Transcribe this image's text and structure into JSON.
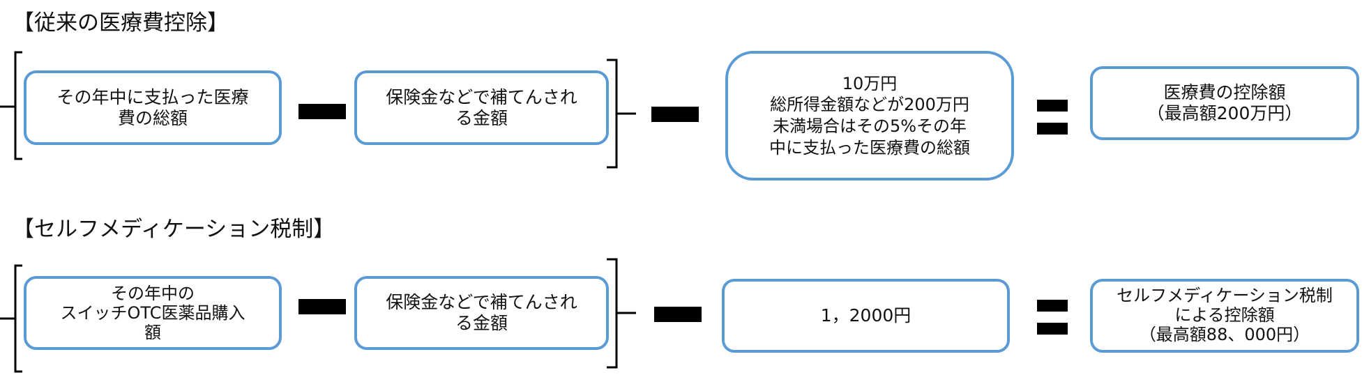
{
  "section1": {
    "title": "【従来の医療費控除】",
    "total": "その年中に支払った医療\n費の総額",
    "insurance": "保険金などで補てんされ\nる金額",
    "threshold": "10万円\n総所得金額などが200万円\n未満場合はその5%その年\n中に支払った医療費の総額",
    "result": "医療費の控除額\n（最高額200万円）"
  },
  "section2": {
    "title": "【セルフメディケーション税制】",
    "total": "その年中の\nスイッチOTC医薬品購入\n額",
    "insurance": "保険金などで補てんされ\nる金額",
    "threshold": "1，2000円",
    "result": "セルフメディケーション税制\nによる控除額\n（最高額88、000円）"
  },
  "colors": {
    "box_border": "#5b9bd5",
    "operator": "#000000"
  }
}
